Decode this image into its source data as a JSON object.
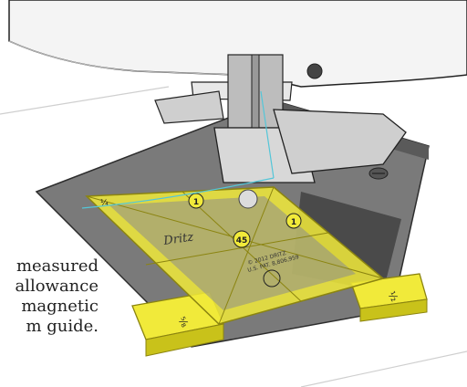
{
  "caption": {
    "lines": [
      "measured",
      "allowance",
      "magnetic",
      "m guide."
    ]
  },
  "ruler": {
    "center_label": "45",
    "brand": "Dritz",
    "marker_label": "1",
    "edge_marks": [
      "¼",
      "⅝",
      "½"
    ],
    "fine_print": [
      "© 2012 DRITZ",
      "U.S. PAT. 8,806,959"
    ]
  },
  "colors": {
    "ruler_yellow": "#f1ea3a",
    "ruler_edge": "#c9c21a",
    "plate_gray": "#6f6f6f",
    "plate_dark": "#3e3e3e",
    "machine_white": "#f2f2f2",
    "line_black": "#222222",
    "thread_blue": "#54c6d8"
  }
}
